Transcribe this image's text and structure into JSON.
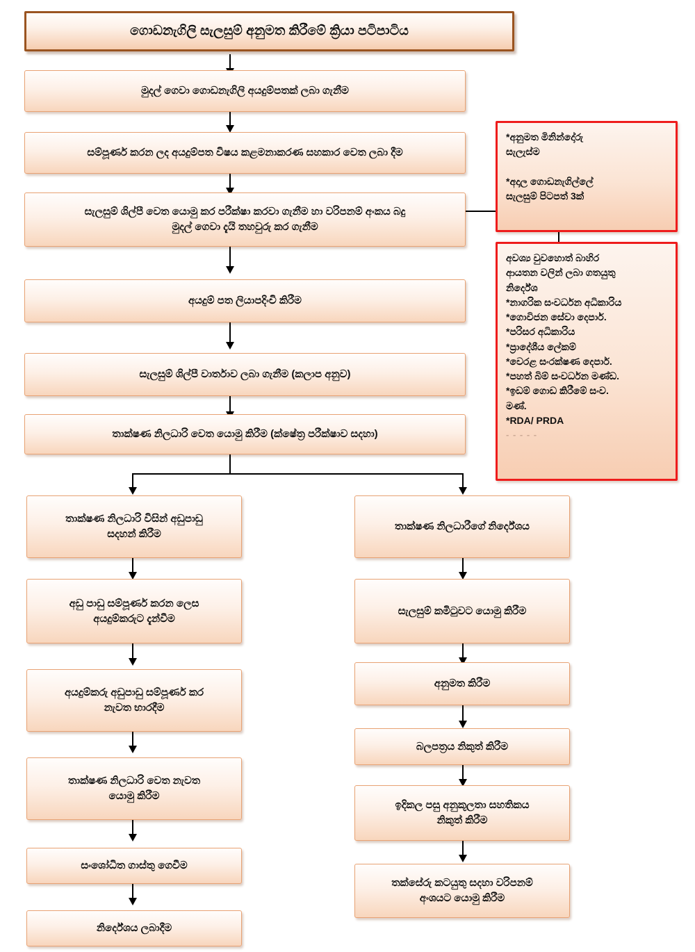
{
  "document": {
    "title": "ගොඩනැගිලි සැලසුම් අනුමත කිරීමේ ක්‍රියා පටිපාටිය",
    "language": "Sinhala",
    "background_color": "#ffffff"
  },
  "colors": {
    "node_border": "#e8a273",
    "node_fill_top": "#fffdfc",
    "node_fill_bottom": "#f8d6bd",
    "title_border": "#9a5420",
    "note_border": "#ee1c1c",
    "connector": "#000000"
  },
  "flow": {
    "title": "ගොඩනැගිලි සැලසුම් අනුමත කිරීමේ ක්‍රියා පටිපාටිය",
    "main_steps": [
      {
        "id": "step1",
        "text": "මුදල් ගෙවා  ගොඩනැගිලි අයදුම්පතක් ලබා ගැනීම"
      },
      {
        "id": "step2",
        "text": "සම්පූර්ණ කරන ලද අයදුම්පත විෂය කළමනාකරණ සහකාර වෙත ලබා දීම"
      },
      {
        "id": "step3",
        "text": "සැලසුම් ශිල්පී වෙත යොමු කර පරීක්ෂා කරවා ගැනීම හා වරිපනම් අංකය බදු\nමුදල් ගෙවා දැයි තහවුරු කර ගැනීම"
      },
      {
        "id": "step4",
        "text": "අයදුම් පත ලියාපදිංචි කිරීම"
      },
      {
        "id": "step5",
        "text": "සැලසුම් ශිල්පී වාර්තාව ලබා ගැනීම (කලාප අනුව)"
      },
      {
        "id": "step6",
        "text": "තාක්ෂණ නිලධාරි වෙත යොමු කිරීම (ක්ෂේත්‍ර පරීක්ෂාව සදහා)"
      }
    ],
    "left_branch": [
      {
        "id": "l1",
        "text": "තාක්ෂණ නිලධාරි විසින් අඩුපාඩු\nසදහන් කිරීම"
      },
      {
        "id": "l2",
        "text": "අඩු පාඩු සම්පූර්ණ කරන ලෙස\nඅයදුම්කරුට දැන්වීම"
      },
      {
        "id": "l3",
        "text": "අයදුම්කරු අඩුපාඩු සම්පූර්ණ කර\nනැවත භාරදීම"
      },
      {
        "id": "l4",
        "text": "තාක්ෂණ නිලධාරි වෙත නැවත\nයොමු කිරීම"
      },
      {
        "id": "l5",
        "text": "සංශෝධිත ගාස්තු ගෙවීම"
      },
      {
        "id": "l6",
        "text": "නිර්දේශය ලබාදීම"
      }
    ],
    "right_branch": [
      {
        "id": "r1",
        "text": "තාක්ෂණ නිලධාරීගේ නිර්දේශය"
      },
      {
        "id": "r2",
        "text": "සැලසුම් කමිටුවට යොමු කිරීම"
      },
      {
        "id": "r3",
        "text": "අනුමත කිරීම"
      },
      {
        "id": "r4",
        "text": "බලපත්‍රය නිකුත් කිරීම"
      },
      {
        "id": "r5",
        "text": "ඉදිකල පසු අනුකූලතා සහතිකය\nනිකුත් කිරීම"
      },
      {
        "id": "r6",
        "text": "තක්සේරු කටයුතු සදහා වරිපනම්\nඅංශයට යොමු කිරීම"
      }
    ],
    "notes": [
      {
        "id": "note1",
        "lines": [
          "*අනුමත මිනින්දෝරු",
          "සැලැස්ම",
          "",
          "*අදාල ගොඩනැගිල්ලේ",
          "සැලසුම් පිටපත් 3ක්"
        ]
      },
      {
        "id": "note2",
        "lines": [
          "අවශ්‍ය වුවහොත් බාහිර",
          "ආයතන වලින් ලබා ගතයුතු",
          "නිර්දේශ",
          "*නාගරික සංවර්ධන අධිකාරිය",
          "*ගොවිජන සේවා දෙපාර්.",
          "*පරිසර අධිකාරිය",
          "*ප්‍රාදේශීය ලේකම්",
          "*වෙරළ සංරක්ෂණ දෙපාර්.",
          "*පහත් බිම් සංවර්ධන මණ්ඩ.",
          "*ඉඩම් ගොඩ කිරීමේ සංව.",
          "  මණ්.",
          "*RDA/ PRDA"
        ],
        "faded_line": "- - - - -"
      }
    ]
  }
}
